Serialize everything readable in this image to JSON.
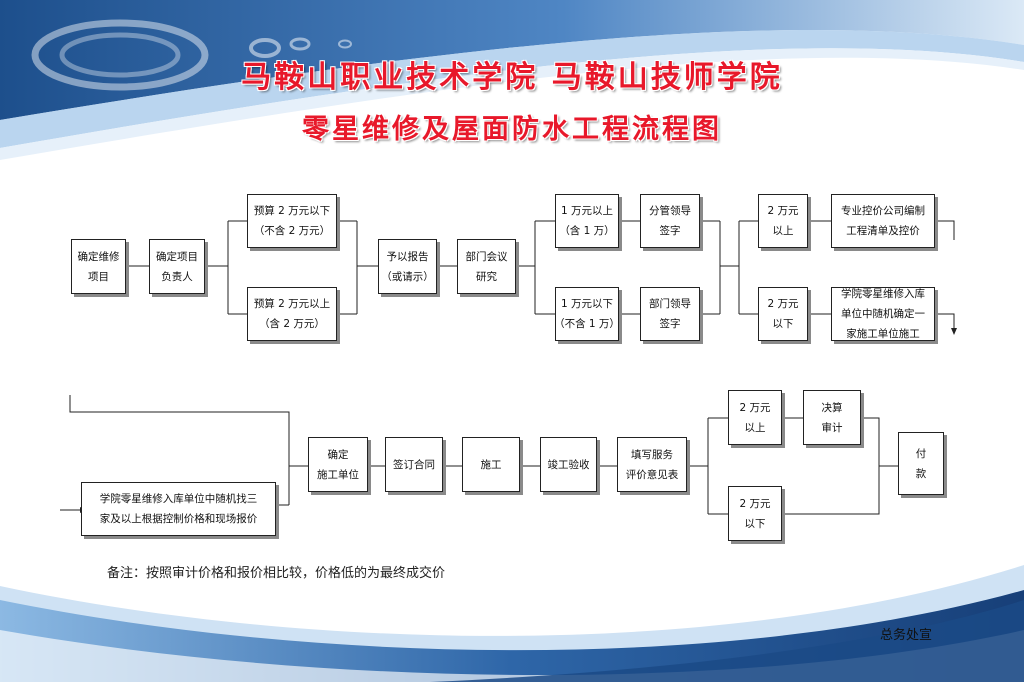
{
  "header": {
    "title": "马鞍山职业技术学院 马鞍山技师学院",
    "subtitle": "零星维修及屋面防水工程流程图"
  },
  "colors": {
    "title_red": "#e8182a",
    "wave_blue_dark": "#1d4f8c",
    "wave_blue_light": "#7fb2e0",
    "line": "#222222"
  },
  "nodes": {
    "n1": {
      "lines": [
        "确定维修",
        "项目"
      ]
    },
    "n2": {
      "lines": [
        "确定项目",
        "负责人"
      ]
    },
    "n3": {
      "lines": [
        "预算 2 万元以下",
        "（不含 2 万元）"
      ]
    },
    "n4": {
      "lines": [
        "预算 2 万元以上",
        "（含 2 万元）"
      ]
    },
    "n5": {
      "lines": [
        "予以报告",
        "（或请示）"
      ]
    },
    "n6": {
      "lines": [
        "部门会议",
        "研究"
      ]
    },
    "n7": {
      "lines": [
        "1 万元以上",
        "（含 1 万）"
      ]
    },
    "n8": {
      "lines": [
        "1 万元以下",
        "（不含 1 万）"
      ]
    },
    "n9": {
      "lines": [
        "分管领导",
        "签字"
      ]
    },
    "n10": {
      "lines": [
        "部门领导",
        "签字"
      ]
    },
    "n11": {
      "lines": [
        "2 万元",
        "以上"
      ]
    },
    "n12": {
      "lines": [
        "2 万元",
        "以下"
      ]
    },
    "n13": {
      "lines": [
        "专业控价公司编制",
        "工程清单及控价"
      ]
    },
    "n14": {
      "lines": [
        "学院零星维修入库",
        "单位中随机确定一",
        "家施工单位施工"
      ]
    },
    "n15": {
      "lines": [
        "学院零星维修入库单位中随机找三",
        "家及以上根据控制价格和现场报价"
      ]
    },
    "n16": {
      "lines": [
        "确定",
        "施工单位"
      ]
    },
    "n17": {
      "lines": [
        "签订合同"
      ]
    },
    "n18": {
      "lines": [
        "施工"
      ]
    },
    "n19": {
      "lines": [
        "竣工验收"
      ]
    },
    "n20": {
      "lines": [
        "填写服务",
        "评价意见表"
      ]
    },
    "n21": {
      "lines": [
        "2 万元",
        "以上"
      ]
    },
    "n22": {
      "lines": [
        "2 万元",
        "以下"
      ]
    },
    "n23": {
      "lines": [
        "决算",
        "审计"
      ]
    },
    "n24": {
      "lines": [
        "付",
        "款"
      ]
    }
  },
  "note": "备注：按照审计价格和报价相比较，价格低的为最终成交价",
  "footer": "总务处宣"
}
